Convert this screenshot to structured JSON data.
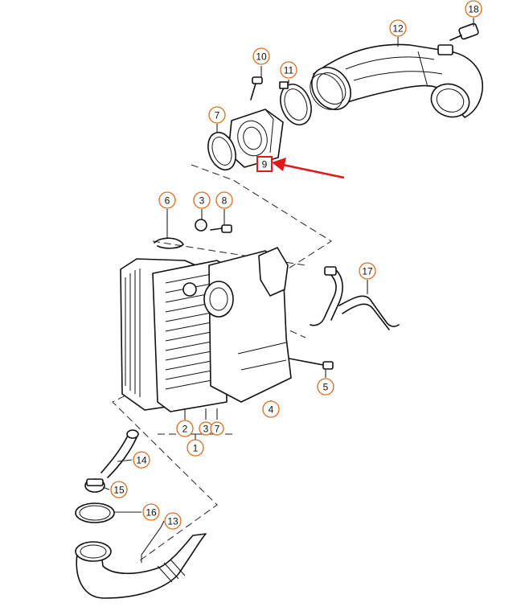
{
  "diagram": {
    "callouts": [
      {
        "id": "c1",
        "label": "1"
      },
      {
        "id": "c2",
        "label": "2"
      },
      {
        "id": "c3a",
        "label": "3"
      },
      {
        "id": "c3b",
        "label": "3"
      },
      {
        "id": "c4",
        "label": "4"
      },
      {
        "id": "c5",
        "label": "5"
      },
      {
        "id": "c6",
        "label": "6"
      },
      {
        "id": "c7a",
        "label": "7"
      },
      {
        "id": "c7b",
        "label": "7"
      },
      {
        "id": "c8",
        "label": "8"
      },
      {
        "id": "c9",
        "label": "9"
      },
      {
        "id": "c10",
        "label": "10"
      },
      {
        "id": "c11",
        "label": "11"
      },
      {
        "id": "c12",
        "label": "12"
      },
      {
        "id": "c13",
        "label": "13"
      },
      {
        "id": "c14",
        "label": "14"
      },
      {
        "id": "c15",
        "label": "15"
      },
      {
        "id": "c16",
        "label": "16"
      },
      {
        "id": "c17",
        "label": "17"
      },
      {
        "id": "c18",
        "label": "18"
      }
    ],
    "highlighted_part": "9",
    "colors": {
      "callout_ring": "#e06a1a",
      "highlight": "#e01818",
      "line": "#111111"
    }
  }
}
